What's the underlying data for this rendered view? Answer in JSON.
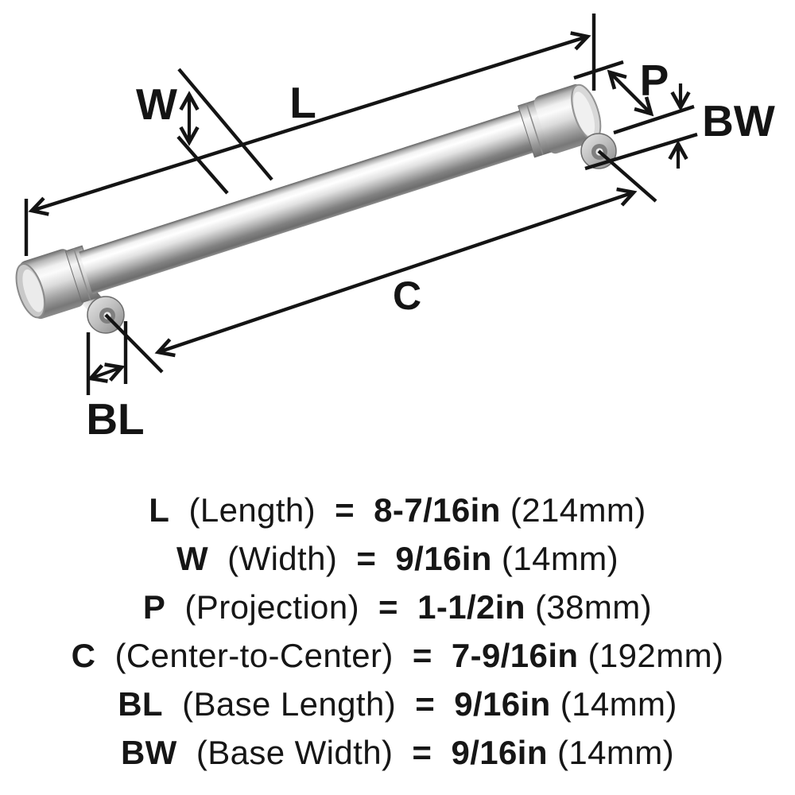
{
  "diagram": {
    "dim_labels": {
      "L": "L",
      "W": "W",
      "P": "P",
      "C": "C",
      "BL": "BL",
      "BW": "BW"
    }
  },
  "specs": [
    {
      "code": "L",
      "name": "(Length)",
      "eq": "=",
      "imperial": "8-7/16in",
      "metric": "(214mm)"
    },
    {
      "code": "W",
      "name": "(Width)",
      "eq": "=",
      "imperial": "9/16in",
      "metric": "(14mm)"
    },
    {
      "code": "P",
      "name": "(Projection)",
      "eq": "=",
      "imperial": "1-1/2in",
      "metric": "(38mm)"
    },
    {
      "code": "C",
      "name": "(Center-to-Center)",
      "eq": "=",
      "imperial": "7-9/16in",
      "metric": "(192mm)"
    },
    {
      "code": "BL",
      "name": "(Base Length)",
      "eq": "=",
      "imperial": "9/16in",
      "metric": "(14mm)"
    },
    {
      "code": "BW",
      "name": "(Base Width)",
      "eq": "=",
      "imperial": "9/16in",
      "metric": "(14mm)"
    }
  ],
  "colors": {
    "ink": "#141414",
    "background": "#ffffff",
    "metal_highlight": "#ffffff",
    "metal_mid": "#bfbfbf",
    "metal_shadow": "#636363"
  }
}
